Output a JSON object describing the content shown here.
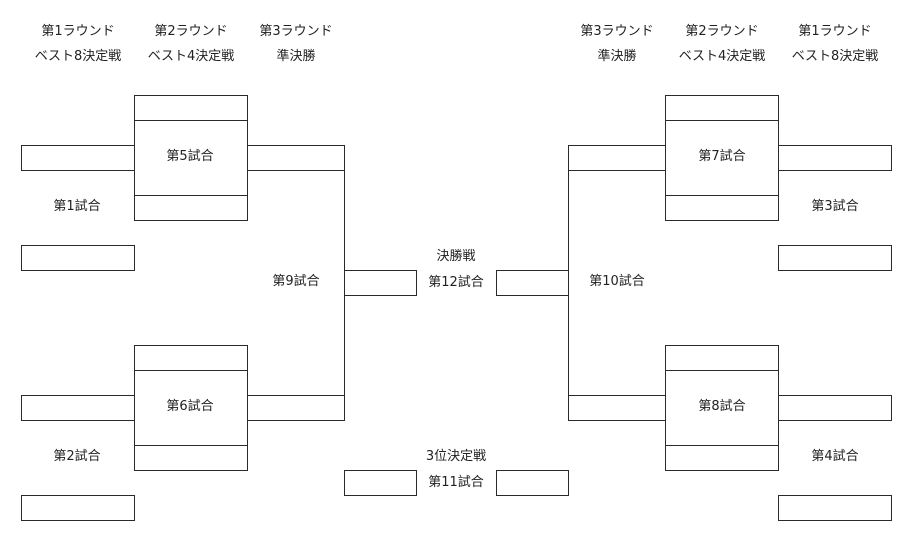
{
  "headers": {
    "left": [
      {
        "line1": "第1ラウンド",
        "line2": "ベスト8決定戦"
      },
      {
        "line1": "第2ラウンド",
        "line2": "ベスト4決定戦"
      },
      {
        "line1": "第3ラウンド",
        "line2": "準決勝"
      }
    ],
    "right": [
      {
        "line1": "第3ラウンド",
        "line2": "準決勝"
      },
      {
        "line1": "第2ラウンド",
        "line2": "ベスト4決定戦"
      },
      {
        "line1": "第1ラウンド",
        "line2": "ベスト8決定戦"
      }
    ]
  },
  "matches": {
    "m1": "第1試合",
    "m2": "第2試合",
    "m3": "第3試合",
    "m4": "第4試合",
    "m5": "第5試合",
    "m6": "第6試合",
    "m7": "第7試合",
    "m8": "第8試合",
    "m9": "第9試合",
    "m10": "第10試合",
    "final_title": "決勝戦",
    "m12": "第12試合",
    "third_title": "3位決定戦",
    "m11": "第11試合"
  }
}
